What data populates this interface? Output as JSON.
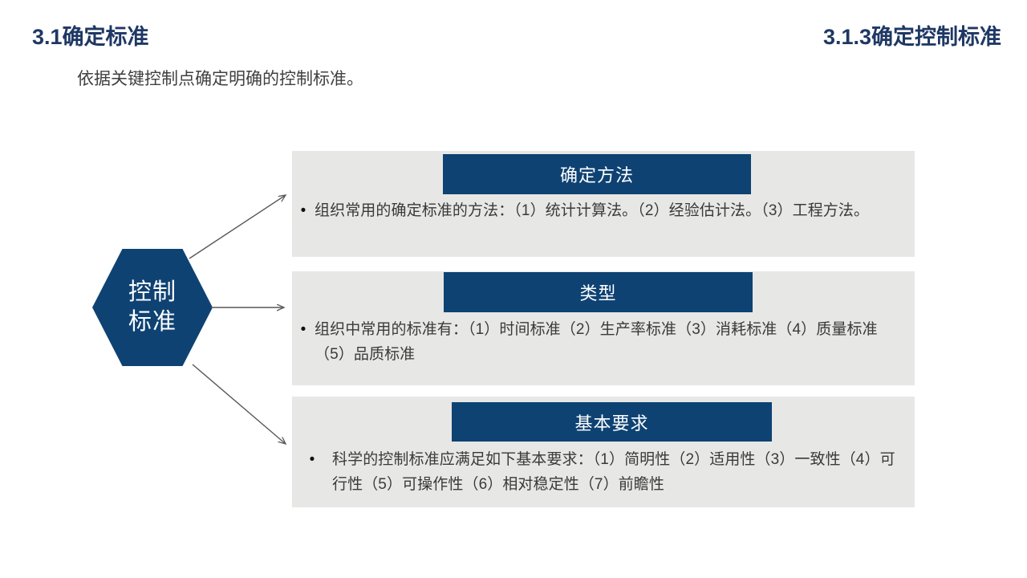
{
  "slide": {
    "title_left": "3.1确定标准",
    "title_right": "3.1.3确定控制标准",
    "subtitle": "依据关键控制点确定明确的控制标准。",
    "accent_color": "#0E4273",
    "title_color": "#1F3864",
    "card_background": "#E7E7E6",
    "page_background": "#FFFFFF",
    "arrow_color": "#595959"
  },
  "hexagon": {
    "line1": "控制",
    "line2": "标准"
  },
  "cards": [
    {
      "header": "确定方法",
      "bullet": "•",
      "text": "组织常用的确定标准的方法：（1）统计计算法。（2）经验估计法。（3）工程方法。"
    },
    {
      "header": "类型",
      "bullet": "•",
      "text": "组织中常用的标准有：（1）时间标准（2）生产率标准（3）消耗标准（4）质量标准（5）品质标准"
    },
    {
      "header": "基本要求",
      "bullet": "•",
      "text": "科学的控制标准应满足如下基本要求：（1）简明性（2）适用性（3）一致性（4）可行性（5）可操作性（6）相对稳定性（7）前瞻性"
    }
  ],
  "arrows": [
    {
      "name": "arrow-to-card-1"
    },
    {
      "name": "arrow-to-card-2"
    },
    {
      "name": "arrow-to-card-3"
    }
  ]
}
